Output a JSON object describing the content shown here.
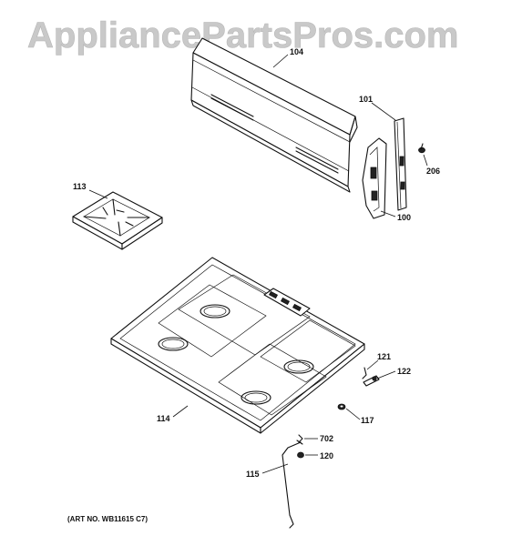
{
  "watermark": "AppliancePartsPros.com",
  "art_number": "(ART NO. WB11615 C7)",
  "parts": [
    {
      "label": "104"
    },
    {
      "label": "101"
    },
    {
      "label": "206"
    },
    {
      "label": "113"
    },
    {
      "label": "100"
    },
    {
      "label": "121"
    },
    {
      "label": "122"
    },
    {
      "label": "114"
    },
    {
      "label": "117"
    },
    {
      "label": "702"
    },
    {
      "label": "120"
    },
    {
      "label": "115"
    }
  ]
}
